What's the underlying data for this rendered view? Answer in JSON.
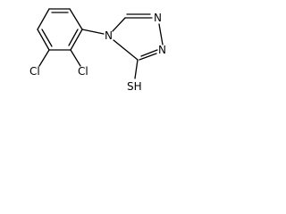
{
  "molecule": {
    "atoms": {
      "cl_left": "Cl",
      "cl_right": "Cl",
      "n_ring": "N",
      "n_top": "N",
      "n_right": "N",
      "sh": "SH"
    }
  }
}
